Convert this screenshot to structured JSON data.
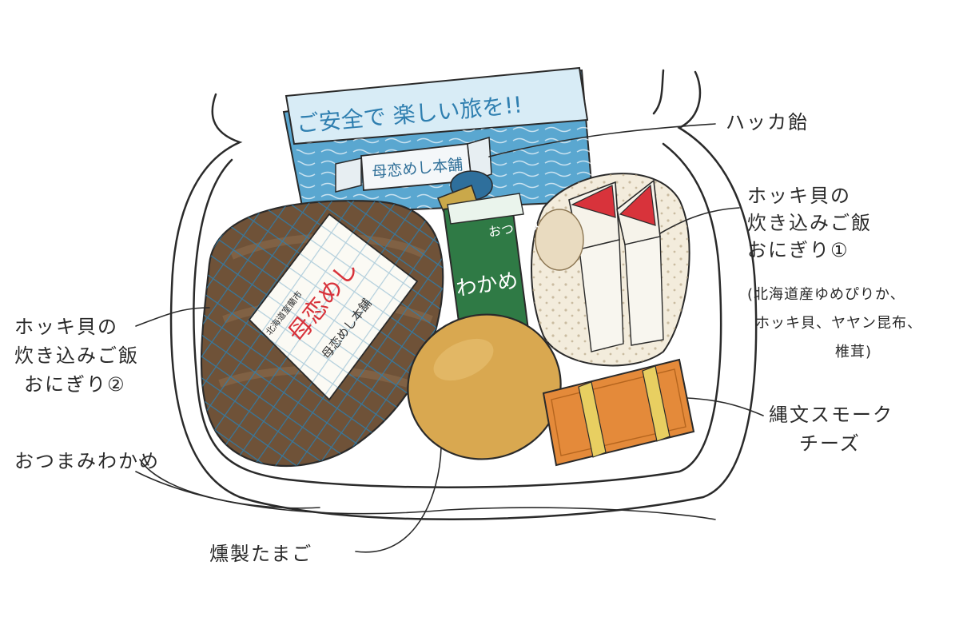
{
  "packet": {
    "banner": "ご安全で 楽しい旅を!!",
    "candy_wrapper": "母恋めし本舗"
  },
  "wakame_packet": {
    "top": "おつまみ",
    "bottom": "わかめ"
  },
  "onigiri2_tag": {
    "big": "母恋めし",
    "small": "母恋めし本舗",
    "tiny": "北海道室蘭市"
  },
  "labels": {
    "hakka": "ハッカ飴",
    "hokki1": [
      "ホッキ貝の",
      "炊き込みご飯",
      "おにぎり①"
    ],
    "hokki1_ingredients": [
      "(北海道産ゆめぴりか、",
      "ホッキ貝、ヤヤン昆布、",
      "椎茸)"
    ],
    "hokki2": [
      "ホッキ貝の",
      "炊き込みご飯",
      "おにぎり②"
    ],
    "wakame": "おつまみわかめ",
    "cheese": [
      "縄文スモーク",
      "チーズ"
    ],
    "egg": "燻製たまご"
  }
}
